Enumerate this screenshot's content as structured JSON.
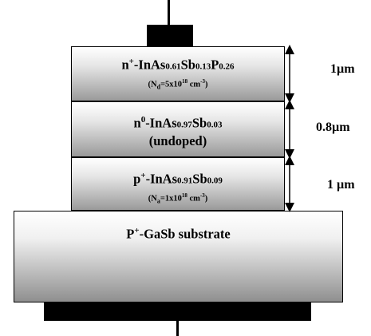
{
  "layers": [
    {
      "parts": [
        "n",
        "+",
        "-InAs",
        "0.61",
        "Sb",
        "0.13",
        "P",
        "0.26"
      ],
      "note_parts": [
        "(N",
        "d",
        "=5x10",
        "18",
        " cm",
        "-3",
        ")"
      ],
      "thickness": "1µm"
    },
    {
      "parts": [
        "n",
        "0",
        "-InAs",
        "0.97",
        "Sb",
        "0.03"
      ],
      "line2": "(undoped)",
      "thickness": "0.8µm"
    },
    {
      "parts": [
        "p",
        "+",
        "-InAs",
        "0.91",
        "Sb",
        "0.09"
      ],
      "note_parts": [
        "(N",
        "a",
        "=1x10",
        "18",
        " cm",
        "-3",
        ")"
      ],
      "thickness": "1 µm"
    }
  ],
  "substrate": {
    "parts": [
      "P",
      "+",
      "-GaSb substrate"
    ]
  }
}
